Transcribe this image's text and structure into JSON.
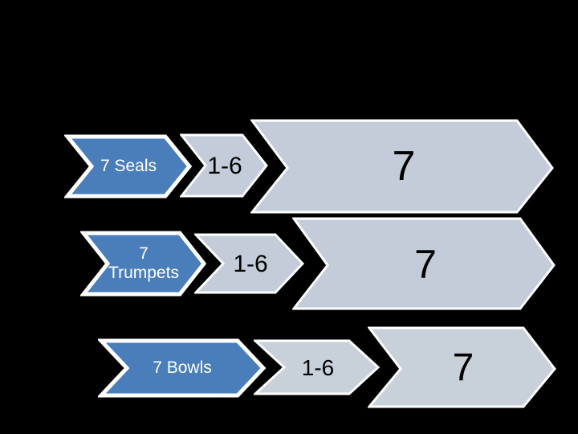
{
  "slide": {
    "background_color": "#000000",
    "blue_fill": "#4A7EBB",
    "gray_fill": "#C3CCD8",
    "light_gray_fill": "#C8D0DA",
    "outline_color": "#FFFFFF",
    "shadow_color": "#000000"
  },
  "rows": [
    {
      "id": "seals",
      "steps": [
        {
          "label": "7 Seals",
          "fill": "blue"
        },
        {
          "label": "1-6",
          "fill": "gray"
        },
        {
          "label": "7",
          "fill": "gray"
        }
      ]
    },
    {
      "id": "trumpets",
      "steps": [
        {
          "label": "7\nTrumpets",
          "fill": "blue"
        },
        {
          "label": "1-6",
          "fill": "gray"
        },
        {
          "label": "7",
          "fill": "gray"
        }
      ]
    },
    {
      "id": "bowls",
      "steps": [
        {
          "label": "7 Bowls",
          "fill": "blue"
        },
        {
          "label": "1-6",
          "fill": "gray"
        },
        {
          "label": "7",
          "fill": "gray"
        }
      ]
    }
  ]
}
